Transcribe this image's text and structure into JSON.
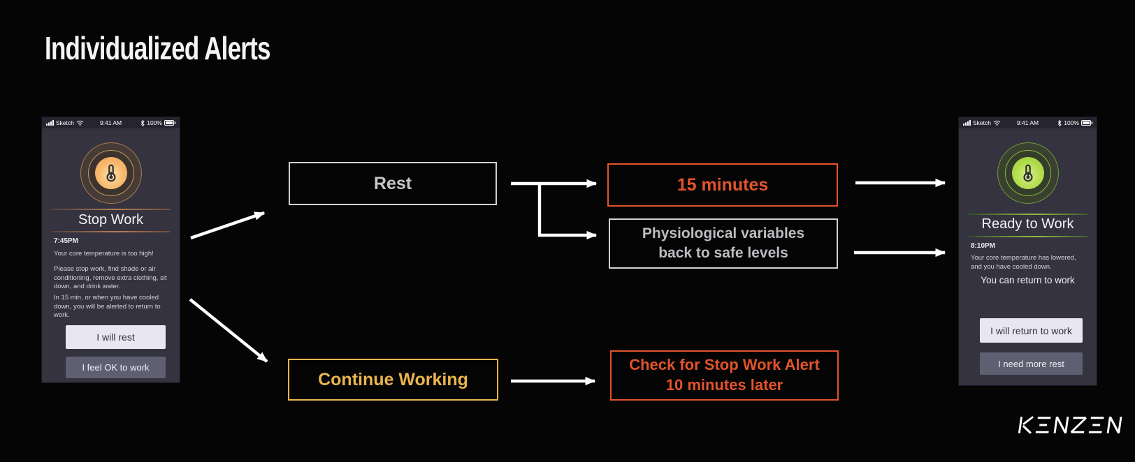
{
  "title": "Individualized Alerts",
  "logo": {
    "text": "KENZEN"
  },
  "colors": {
    "alert_orange": "#e2542c",
    "warn_yellow": "#eab54e",
    "neutral_gray": "#d2d2d2",
    "hot_icon": "#f7b76a",
    "cool_icon": "#b0dc4b",
    "phone_bg": "#34333f",
    "page_bg": "#050505"
  },
  "left_phone": {
    "status": {
      "carrier": "Sketch",
      "time": "9:41 AM",
      "battery": "100%"
    },
    "state_title": "Stop Work",
    "alert_time": "7:45PM",
    "message_headline": "Your core temperature is too high!",
    "message_instructions": "Please stop work, find shade or air conditioning, remove extra clothing, sit down, and drink water.",
    "message_followup": "In 15  min, or when you have cooled down, you will be alerted to return to work.",
    "primary_button": "I will rest",
    "secondary_button": "I feel OK to work"
  },
  "right_phone": {
    "status": {
      "carrier": "Sketch",
      "time": "9:41 AM",
      "battery": "100%"
    },
    "state_title": "Ready to Work",
    "alert_time": "8:10PM",
    "message_headline": "Your core temperature has lowered, and you have cooled down.",
    "message_callout": "You can return to work",
    "primary_button": "I will return to work",
    "secondary_button": "I need more rest"
  },
  "flow": {
    "rest": "Rest",
    "continue_working": "Continue Working",
    "fifteen_minutes": "15 minutes",
    "physio_line1": "Physiological variables",
    "physio_line2": "back to safe levels",
    "check_line1": "Check for Stop Work Alert",
    "check_line2": "10 minutes later"
  }
}
